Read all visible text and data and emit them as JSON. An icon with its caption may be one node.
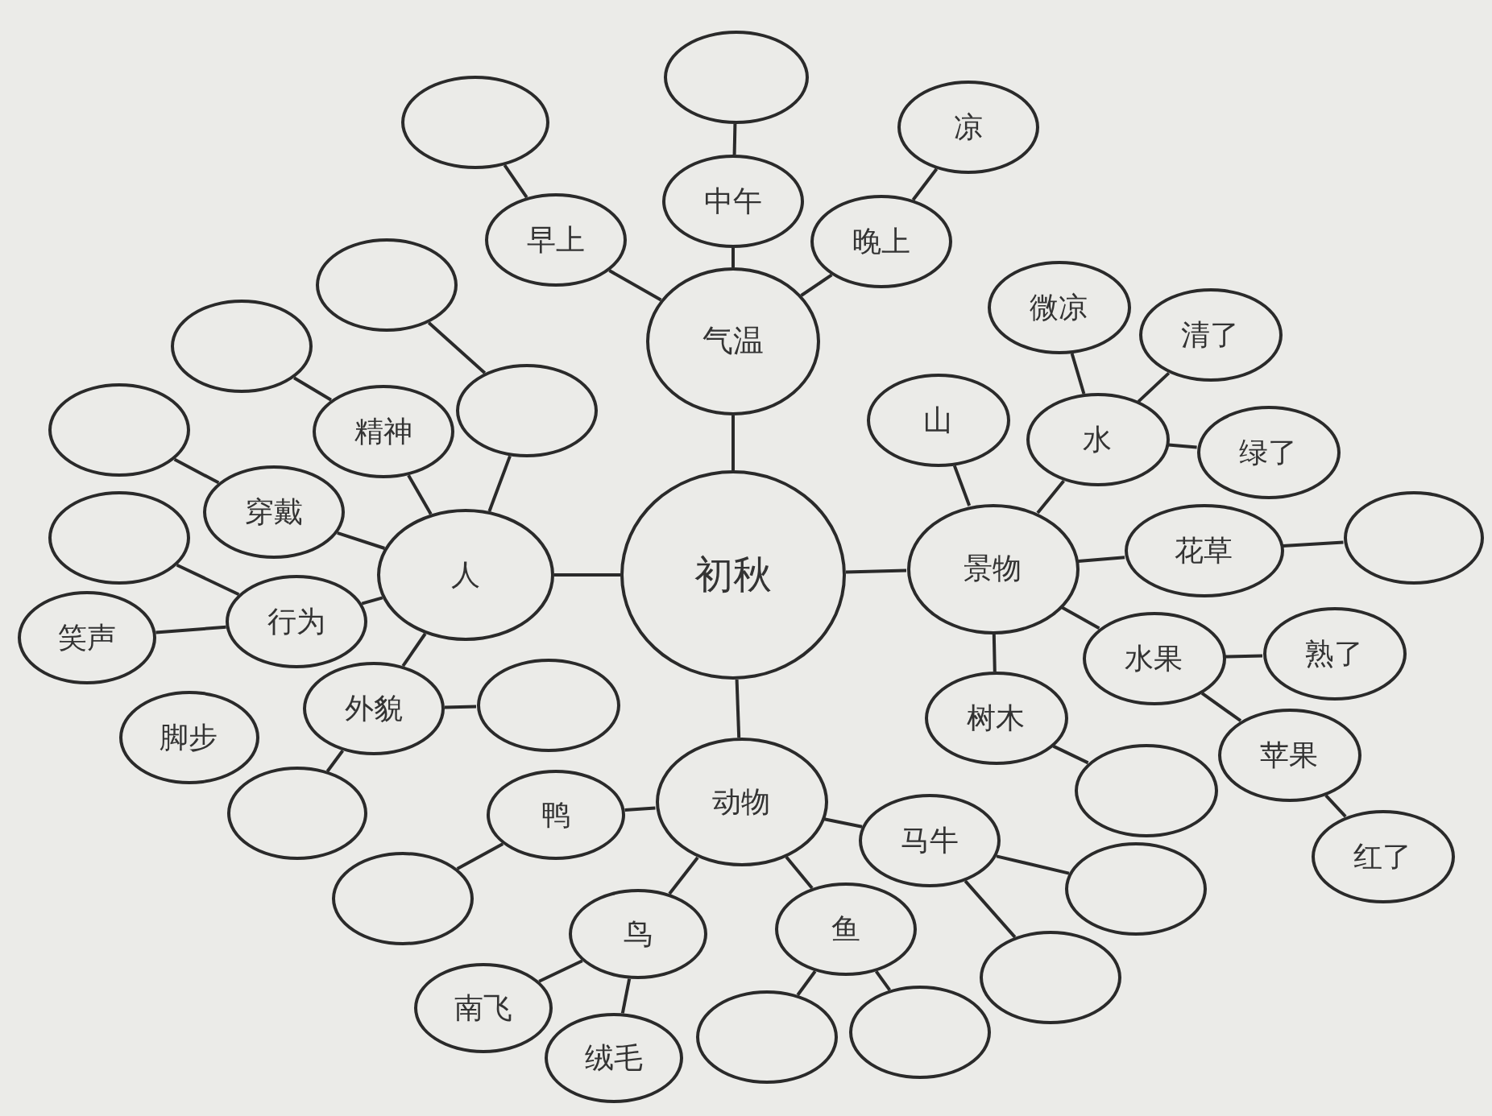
{
  "diagram": {
    "nodes": [
      {
        "text": [
          "初秋"
        ]
      },
      {
        "text": [
          "气温"
        ]
      },
      {
        "text": [
          "早上"
        ]
      },
      {
        "text": [
          "中午"
        ]
      },
      {
        "text": [
          "晚上"
        ]
      },
      {
        "text": [
          "凉"
        ]
      },
      {
        "text": [
          "人"
        ]
      },
      {
        "text": [
          "精神"
        ]
      },
      {
        "text": [
          "穿戴"
        ]
      },
      {
        "text": [
          "行为"
        ]
      },
      {
        "text": [
          "笑声"
        ]
      },
      {
        "text": [
          "外貌"
        ]
      },
      {
        "text": [
          "脚步"
        ]
      },
      {
        "text": [
          "景物"
        ]
      },
      {
        "text": [
          "山"
        ]
      },
      {
        "text": [
          "水"
        ]
      },
      {
        "text": [
          "微凉"
        ]
      },
      {
        "text": [
          "清了"
        ]
      },
      {
        "text": [
          "绿了"
        ]
      },
      {
        "text": [
          "花草"
        ]
      },
      {
        "text": [
          "水果"
        ]
      },
      {
        "text": [
          "熟了"
        ]
      },
      {
        "text": [
          "苹果"
        ]
      },
      {
        "text": [
          "红了"
        ]
      },
      {
        "text": [
          "树木"
        ]
      },
      {
        "text": [
          "动物"
        ]
      },
      {
        "text": [
          "鸭"
        ]
      },
      {
        "text": [
          "鸟"
        ]
      },
      {
        "text": [
          "南飞"
        ]
      },
      {
        "text": [
          "绒毛"
        ]
      },
      {
        "text": [
          "鱼"
        ]
      },
      {
        "text": [
          "马牛"
        ]
      },
      {
        "text": [],
        "shape": "ellipse"
      },
      {
        "text": [],
        "shape": "ellipse"
      },
      {
        "text": [],
        "shape": "ellipse"
      },
      {
        "text": [],
        "shape": "ellipse"
      },
      {
        "text": [],
        "shape": "ellipse"
      },
      {
        "text": [],
        "shape": "ellipse"
      },
      {
        "text": [],
        "shape": "ellipse"
      },
      {
        "text": [],
        "shape": "ellipse"
      },
      {
        "text": [],
        "shape": "ellipse"
      },
      {
        "text": [],
        "shape": "ellipse"
      },
      {
        "text": [],
        "shape": "ellipse"
      },
      {
        "text": [],
        "shape": "ellipse"
      },
      {
        "text": [],
        "shape": "ellipse"
      },
      {
        "text": [],
        "shape": "ellipse"
      },
      {
        "text": [],
        "shape": "ellipse"
      },
      {
        "text": [],
        "shape": "ellipse"
      }
    ],
    "edges": [
      {
        "from": 0,
        "to": 1,
        "arrow": "none"
      },
      {
        "from": 1,
        "to": 2,
        "arrow": "none"
      },
      {
        "from": 2,
        "to": 33,
        "arrow": "none"
      },
      {
        "from": 1,
        "to": 3,
        "arrow": "none"
      },
      {
        "from": 3,
        "to": 32,
        "arrow": "none"
      },
      {
        "from": 1,
        "to": 4,
        "arrow": "none"
      },
      {
        "from": 4,
        "to": 5,
        "arrow": "none"
      },
      {
        "from": 0,
        "to": 6,
        "arrow": "none"
      },
      {
        "from": 6,
        "to": 7,
        "arrow": "none"
      },
      {
        "from": 7,
        "to": 35,
        "arrow": "none"
      },
      {
        "from": 6,
        "to": 36,
        "arrow": "none"
      },
      {
        "from": 36,
        "to": 34,
        "arrow": "none"
      },
      {
        "from": 6,
        "to": 8,
        "arrow": "none"
      },
      {
        "from": 8,
        "to": 37,
        "arrow": "none"
      },
      {
        "from": 6,
        "to": 9,
        "arrow": "none"
      },
      {
        "from": 9,
        "to": 39,
        "arrow": "none"
      },
      {
        "from": 9,
        "to": 10,
        "arrow": "none"
      },
      {
        "from": 6,
        "to": 11,
        "arrow": "none"
      },
      {
        "from": 11,
        "to": 40,
        "arrow": "none"
      },
      {
        "from": 11,
        "to": 42,
        "arrow": "none"
      },
      {
        "from": 0,
        "to": 13,
        "arrow": "none"
      },
      {
        "from": 13,
        "to": 14,
        "arrow": "none"
      },
      {
        "from": 13,
        "to": 15,
        "arrow": "none"
      },
      {
        "from": 15,
        "to": 16,
        "arrow": "none"
      },
      {
        "from": 15,
        "to": 17,
        "arrow": "none"
      },
      {
        "from": 15,
        "to": 18,
        "arrow": "none"
      },
      {
        "from": 13,
        "to": 19,
        "arrow": "none"
      },
      {
        "from": 19,
        "to": 38,
        "arrow": "none"
      },
      {
        "from": 13,
        "to": 20,
        "arrow": "none"
      },
      {
        "from": 20,
        "to": 21,
        "arrow": "none"
      },
      {
        "from": 20,
        "to": 22,
        "arrow": "none"
      },
      {
        "from": 22,
        "to": 23,
        "arrow": "none"
      },
      {
        "from": 13,
        "to": 24,
        "arrow": "none"
      },
      {
        "from": 24,
        "to": 41,
        "arrow": "none"
      },
      {
        "from": 0,
        "to": 25,
        "arrow": "none"
      },
      {
        "from": 25,
        "to": 26,
        "arrow": "none"
      },
      {
        "from": 26,
        "to": 44,
        "arrow": "none"
      },
      {
        "from": 25,
        "to": 27,
        "arrow": "none"
      },
      {
        "from": 27,
        "to": 28,
        "arrow": "none"
      },
      {
        "from": 27,
        "to": 29,
        "arrow": "none"
      },
      {
        "from": 25,
        "to": 30,
        "arrow": "none"
      },
      {
        "from": 30,
        "to": 47,
        "arrow": "none"
      },
      {
        "from": 30,
        "to": 46,
        "arrow": "none"
      },
      {
        "from": 25,
        "to": 31,
        "arrow": "none"
      },
      {
        "from": 31,
        "to": 43,
        "arrow": "none"
      },
      {
        "from": 31,
        "to": 45,
        "arrow": "none"
      }
    ]
  }
}
